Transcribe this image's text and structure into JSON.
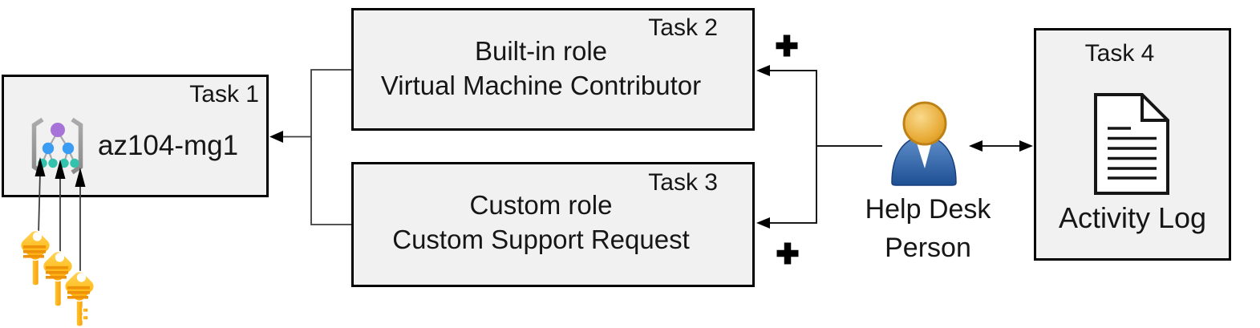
{
  "task1": {
    "label": "Task 1",
    "resource_name": "az104-mg1",
    "icon": "management-group-icon"
  },
  "task2": {
    "label": "Task 2",
    "role_type": "Built-in role",
    "role_name": "Virtual Machine Contributor"
  },
  "task3": {
    "label": "Task 3",
    "role_type": "Custom role",
    "role_name": "Custom Support Request"
  },
  "task4": {
    "label": "Task 4",
    "caption": "Activity Log",
    "icon": "activity-log-document-icon"
  },
  "actor": {
    "line1": "Help Desk",
    "line2": "Person",
    "icon": "help-desk-person-icon"
  },
  "annotations": {
    "plus_top": "+",
    "plus_bottom": "+"
  },
  "icons": {
    "keys": "access-keys-icon"
  },
  "colors": {
    "background": "#ffffff",
    "box_fill": "#f1f1f1",
    "box_border": "#000000",
    "connector": "#3d3d3d",
    "arrowhead": "#000000",
    "mg_bracket": "#9b9b9b",
    "mg_edge": "#a9a9a9",
    "mg_top_node": "#a873d8",
    "mg_mid_node": "#3b9cf3",
    "mg_leaf_node": "#33c2ae",
    "key_light": "#ffd864",
    "key_dark": "#ffa400",
    "key_stripe": "#ee9309",
    "person_head_light": "#f9d98c",
    "person_head_dark": "#d9961f",
    "person_head_ring": "#bd8116",
    "person_body_light": "#5f8fc9",
    "person_body_dark": "#1e4f94",
    "doc_ink": "#161616"
  }
}
